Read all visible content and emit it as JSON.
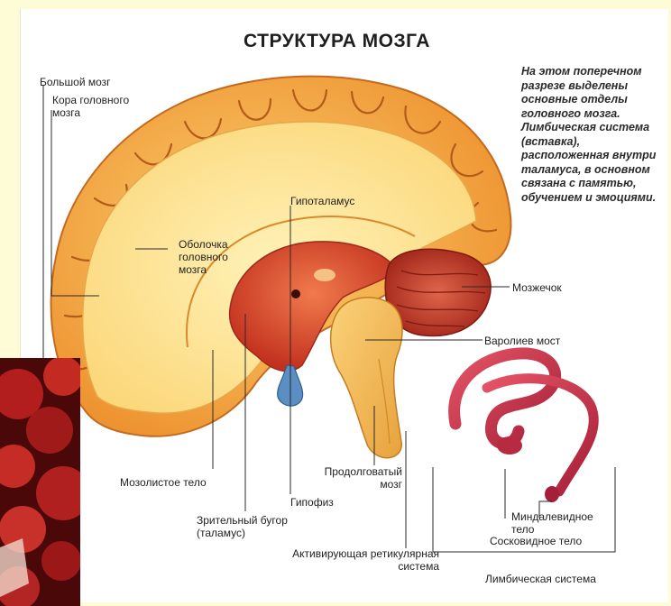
{
  "title": "СТРУКТУРА МОЗГА",
  "note": "На этом поперечном разрезе выделены основные отделы головного мозга. Лимбическая система (вставка), расположенная внутри таламуса, в основном связана с памятью, обучением и эмоциями.",
  "labels": {
    "cerebrum": "Большой мозг",
    "cortex": "Кора головного мозга",
    "membrane": "Оболочка головного мозга",
    "hypothalamus": "Гипоталамус",
    "cerebellum": "Мозжечок",
    "pons": "Варолиев мост",
    "corpus_callosum": "Мозолистое тело",
    "medulla": "Продолговатый мозг",
    "pituitary": "Гипофиз",
    "thalamus": "Зрительный бугор (таламус)",
    "reticular": "Активирующая ретикулярная система",
    "amygdala": "Миндалевидное тело",
    "mammillary": "Сосковидное тело",
    "limbic": "Лимбическая система"
  },
  "colors": {
    "cortex_outer": "#f2a33a",
    "white_matter": "#fce89a",
    "gyri_stroke": "#b45a1a",
    "thalamus_red": "#d8452c",
    "cerebellum": "#c0392b",
    "brainstem": "#f7c35a",
    "pituitary": "#5b8fc4",
    "limbic": "#c8304a",
    "background": "#fdfcd6"
  }
}
